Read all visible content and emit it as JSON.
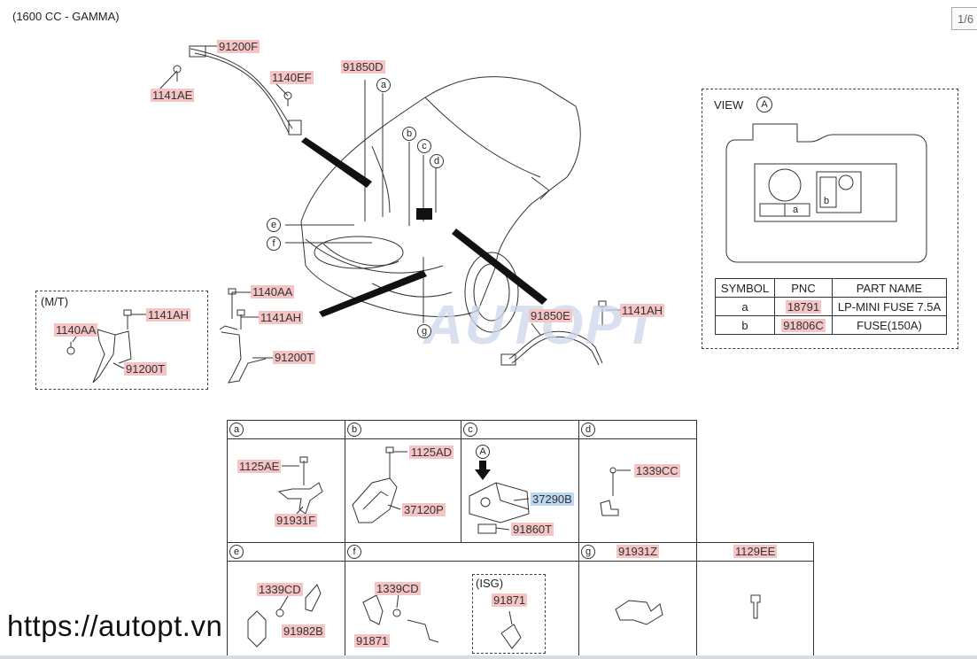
{
  "header": {
    "engine_label": "(1600 CC - GAMMA)",
    "page_indicator": "1/6"
  },
  "watermark": {
    "text": "AUTOPT",
    "url": "https://autopt.vn"
  },
  "main_parts": {
    "p91200F": "91200F",
    "p1141AE": "1141AE",
    "p1140EF": "1140EF",
    "p91850D": "91850D",
    "p1140AA_a": "1140AA",
    "p1141AH_a": "1141AH",
    "p91200T_a": "91200T",
    "p1140AA_b": "1140AA",
    "p1141AH_b": "1141AH",
    "p91200T_b": "91200T",
    "p91850E": "91850E",
    "p1141AH_c": "1141AH"
  },
  "callouts": {
    "a": "a",
    "b": "b",
    "c": "c",
    "d": "d",
    "e": "e",
    "f": "f",
    "g": "g"
  },
  "mt_box": {
    "title": "(M/T)"
  },
  "view_box": {
    "title": "VIEW",
    "symbol": "A",
    "inner_a": "a",
    "inner_b": "b",
    "table": {
      "headers": [
        "SYMBOL",
        "PNC",
        "PART NAME"
      ],
      "rows": [
        {
          "symbol": "a",
          "pnc": "18791",
          "name": "LP-MINI FUSE 7.5A"
        },
        {
          "symbol": "b",
          "pnc": "91806C",
          "name": "FUSE(150A)"
        }
      ]
    }
  },
  "detail_cells": {
    "a": {
      "letter": "a",
      "parts": [
        "1125AE",
        "91931F"
      ]
    },
    "b": {
      "letter": "b",
      "parts": [
        "1125AD",
        "37120P"
      ]
    },
    "c": {
      "letter": "c",
      "marker": "A",
      "parts": [
        "37290B",
        "91860T"
      ]
    },
    "d": {
      "letter": "d",
      "parts": [
        "1339CC"
      ]
    },
    "e": {
      "letter": "e",
      "parts": [
        "1339CD",
        "91982B"
      ]
    },
    "f": {
      "letter": "f",
      "parts": [
        "1339CD",
        "91871"
      ],
      "isg_label": "(ISG)",
      "isg_part": "91871"
    },
    "g": {
      "letter": "g",
      "header_part": "91931Z"
    },
    "h": {
      "header_part": "1129EE"
    }
  },
  "colors": {
    "label_bg": "#f5c4c4",
    "highlight_bg": "#bcd7f2",
    "line": "#333333"
  }
}
